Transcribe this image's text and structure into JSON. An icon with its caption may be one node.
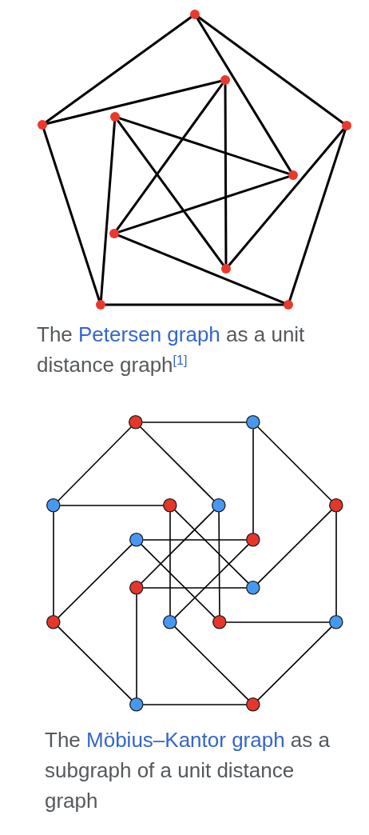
{
  "diagram": {
    "nodes": [
      {
        "text": [],
        "shape": "circle"
      },
      {
        "text": [],
        "shape": "circle"
      },
      {
        "text": [],
        "shape": "circle"
      },
      {
        "text": [],
        "shape": "circle"
      },
      {
        "text": [],
        "shape": "circle"
      },
      {
        "text": [],
        "shape": "circle"
      },
      {
        "text": [],
        "shape": "circle"
      },
      {
        "text": [],
        "shape": "circle"
      },
      {
        "text": [],
        "shape": "circle"
      },
      {
        "text": [],
        "shape": "circle"
      },
      {
        "text": [],
        "shape": "circle"
      },
      {
        "text": [],
        "shape": "circle"
      },
      {
        "text": [],
        "shape": "circle"
      },
      {
        "text": [],
        "shape": "circle"
      },
      {
        "text": [],
        "shape": "circle"
      },
      {
        "text": [],
        "shape": "circle"
      },
      {
        "text": [],
        "shape": "circle"
      },
      {
        "text": [],
        "shape": "circle"
      },
      {
        "text": [],
        "shape": "circle"
      },
      {
        "text": [],
        "shape": "circle"
      },
      {
        "text": [],
        "shape": "circle"
      },
      {
        "text": [],
        "shape": "circle"
      },
      {
        "text": [],
        "shape": "circle"
      },
      {
        "text": [],
        "shape": "circle"
      },
      {
        "text": [],
        "shape": "circle"
      },
      {
        "text": [],
        "shape": "circle"
      }
    ],
    "edges": [
      {
        "from": 0,
        "to": 3,
        "arrow": "none"
      },
      {
        "from": 0,
        "to": 4,
        "arrow": "none"
      },
      {
        "from": 0,
        "to": 5,
        "arrow": "none"
      },
      {
        "from": 3,
        "to": 1,
        "arrow": "none"
      },
      {
        "from": 3,
        "to": 8,
        "arrow": "none"
      },
      {
        "from": 8,
        "to": 9,
        "arrow": "none"
      },
      {
        "from": 8,
        "to": 2,
        "arrow": "none"
      },
      {
        "from": 9,
        "to": 4,
        "arrow": "none"
      },
      {
        "from": 9,
        "to": 6,
        "arrow": "none"
      },
      {
        "from": 4,
        "to": 7,
        "arrow": "none"
      },
      {
        "from": 1,
        "to": 7,
        "arrow": "none"
      },
      {
        "from": 1,
        "to": 6,
        "arrow": "none"
      },
      {
        "from": 2,
        "to": 5,
        "arrow": "none"
      },
      {
        "from": 2,
        "to": 7,
        "arrow": "none"
      },
      {
        "from": 5,
        "to": 6,
        "arrow": "none"
      },
      {
        "from": 10,
        "to": 11,
        "arrow": "none"
      },
      {
        "from": 11,
        "to": 15,
        "arrow": "none"
      },
      {
        "from": 15,
        "to": 23,
        "arrow": "none"
      },
      {
        "from": 23,
        "to": 25,
        "arrow": "none"
      },
      {
        "from": 25,
        "to": 24,
        "arrow": "none"
      },
      {
        "from": 24,
        "to": 20,
        "arrow": "none"
      },
      {
        "from": 20,
        "to": 12,
        "arrow": "none"
      },
      {
        "from": 12,
        "to": 10,
        "arrow": "none"
      },
      {
        "from": 10,
        "to": 14,
        "arrow": "none"
      },
      {
        "from": 11,
        "to": 17,
        "arrow": "none"
      },
      {
        "from": 15,
        "to": 19,
        "arrow": "none"
      },
      {
        "from": 23,
        "to": 22,
        "arrow": "none"
      },
      {
        "from": 25,
        "to": 21,
        "arrow": "none"
      },
      {
        "from": 24,
        "to": 18,
        "arrow": "none"
      },
      {
        "from": 20,
        "to": 16,
        "arrow": "none"
      },
      {
        "from": 12,
        "to": 13,
        "arrow": "none"
      },
      {
        "from": 13,
        "to": 21,
        "arrow": "none"
      },
      {
        "from": 14,
        "to": 22,
        "arrow": "none"
      },
      {
        "from": 16,
        "to": 17,
        "arrow": "none"
      },
      {
        "from": 18,
        "to": 19,
        "arrow": "none"
      },
      {
        "from": 13,
        "to": 19,
        "arrow": "none"
      },
      {
        "from": 17,
        "to": 21,
        "arrow": "none"
      },
      {
        "from": 16,
        "to": 22,
        "arrow": "none"
      },
      {
        "from": 14,
        "to": 18,
        "arrow": "none"
      }
    ],
    "labels": [
      "The Petersen graph as a unit distance graph$^{[1]}$",
      "The Möbius–Kantor graph as a subgraph of a unit distance graph"
    ]
  }
}
